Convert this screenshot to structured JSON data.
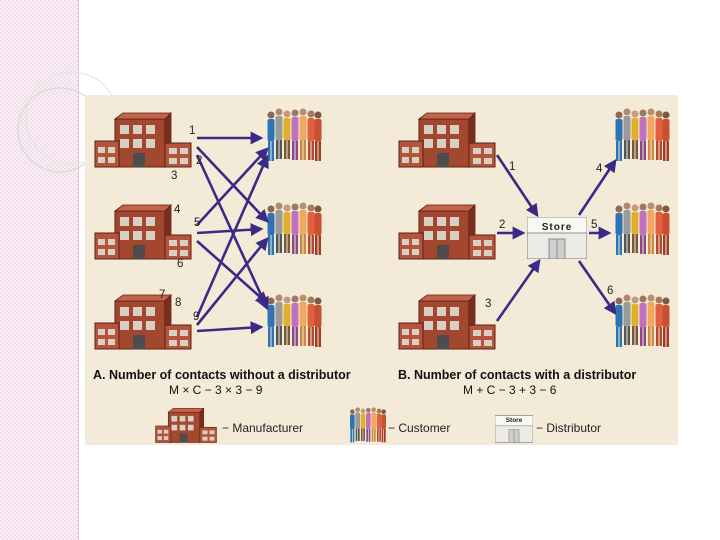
{
  "panel_a": {
    "title": "A. Number of contacts without a distributor",
    "formula": "M × C − 3 × 3 − 9",
    "contact_numbers": [
      "1",
      "2",
      "3",
      "4",
      "5",
      "6",
      "7",
      "8",
      "9"
    ]
  },
  "panel_b": {
    "title": "B. Number of contacts with a distributor",
    "formula": "M + C − 3 + 3 − 6",
    "contact_numbers": [
      "1",
      "2",
      "3",
      "4",
      "5",
      "6"
    ],
    "store_label": "Store"
  },
  "legend": {
    "manufacturer": "− Manufacturer",
    "customer": "− Customer",
    "distributor": "− Distributor",
    "store_label": "Store"
  },
  "colors": {
    "arrow": "#3a2a86",
    "building": "#a3472f",
    "background": "#f3ebd8",
    "side_strip": "#f2dde8"
  }
}
